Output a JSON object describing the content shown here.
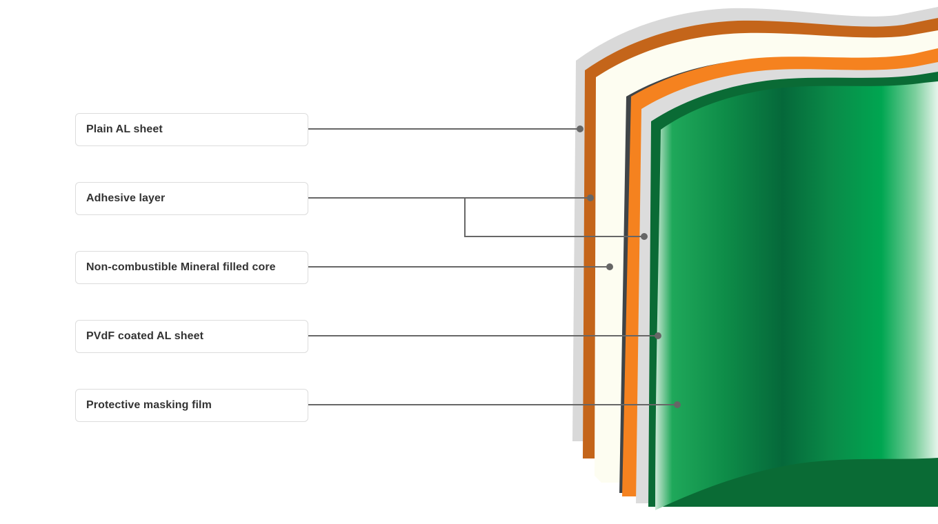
{
  "labels": [
    "Plain AL sheet",
    "Adhesive layer",
    "Non-combustible Mineral filled core",
    "PVdF coated AL sheet",
    "Protective masking film"
  ],
  "colors": {
    "plain_al_sheet": "#d6d6d6",
    "adhesive_dark": "#c4651a",
    "adhesive": "#f5821f",
    "core": "#fdfdf1",
    "pvdf_edge": "#0a6b35",
    "masking_film": "#00a651",
    "connector": "#666666"
  }
}
